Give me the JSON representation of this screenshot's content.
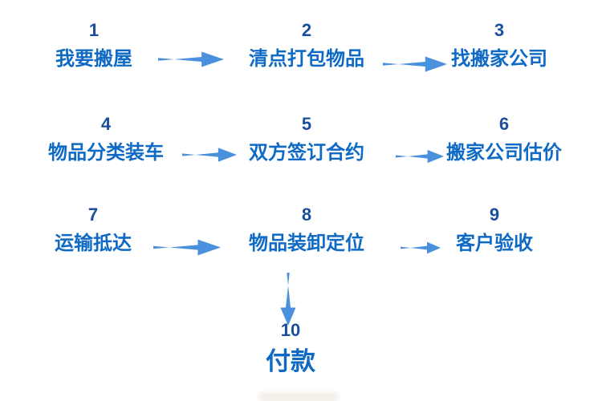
{
  "colors": {
    "background": "#ffffff",
    "step_number": "#1c4e9e",
    "step_label": "#0e6ac4",
    "arrow": "#4a90dd"
  },
  "flow": {
    "steps": [
      {
        "number": "1",
        "label": "我要搬屋"
      },
      {
        "number": "2",
        "label": "清点打包物品"
      },
      {
        "number": "3",
        "label": "找搬家公司"
      },
      {
        "number": "4",
        "label": "物品分类装车"
      },
      {
        "number": "5",
        "label": "双方签订合约"
      },
      {
        "number": "6",
        "label": "搬家公司估价"
      },
      {
        "number": "7",
        "label": "运输抵达"
      },
      {
        "number": "8",
        "label": "物品装卸定位"
      },
      {
        "number": "9",
        "label": "客户验收"
      },
      {
        "number": "10",
        "label": "付款"
      }
    ],
    "connections": [
      {
        "from": "1",
        "to": "2",
        "direction": "right"
      },
      {
        "from": "2",
        "to": "3",
        "direction": "right"
      },
      {
        "from": "4",
        "to": "5",
        "direction": "right"
      },
      {
        "from": "5",
        "to": "6",
        "direction": "right"
      },
      {
        "from": "7",
        "to": "8",
        "direction": "right"
      },
      {
        "from": "8",
        "to": "9",
        "direction": "right"
      },
      {
        "from": "8",
        "to": "10",
        "direction": "down"
      }
    ]
  }
}
